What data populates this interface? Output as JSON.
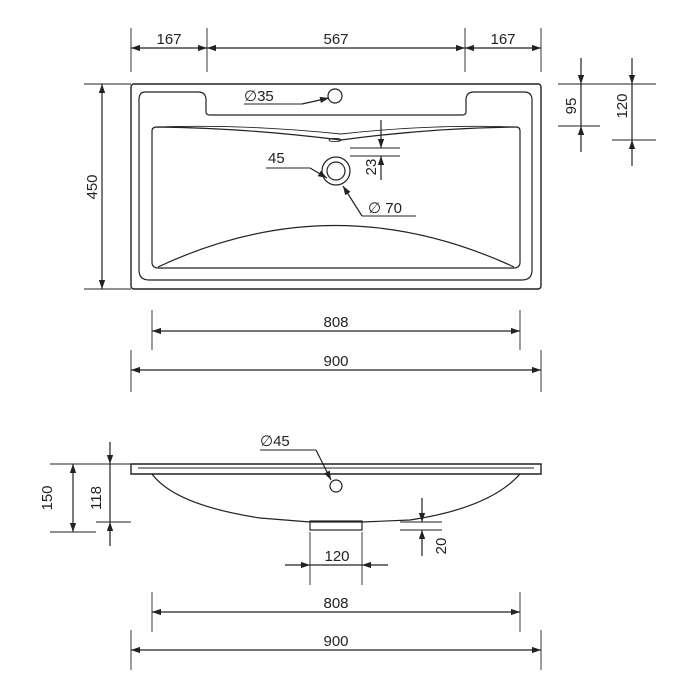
{
  "top_view": {
    "width_left": "167",
    "width_middle": "567",
    "width_right": "167",
    "height_95": "95",
    "height_120": "120",
    "depth_450": "450",
    "diam_35": "∅35",
    "diam_70": "∅ 70",
    "label_45": "45",
    "label_23": "23",
    "inner_width": "808",
    "outer_width": "900"
  },
  "side_view": {
    "diam_45": "∅45",
    "height_150": "150",
    "height_118": "118",
    "drain_width": "120",
    "drain_height": "20",
    "inner_width": "808",
    "outer_width": "900"
  }
}
